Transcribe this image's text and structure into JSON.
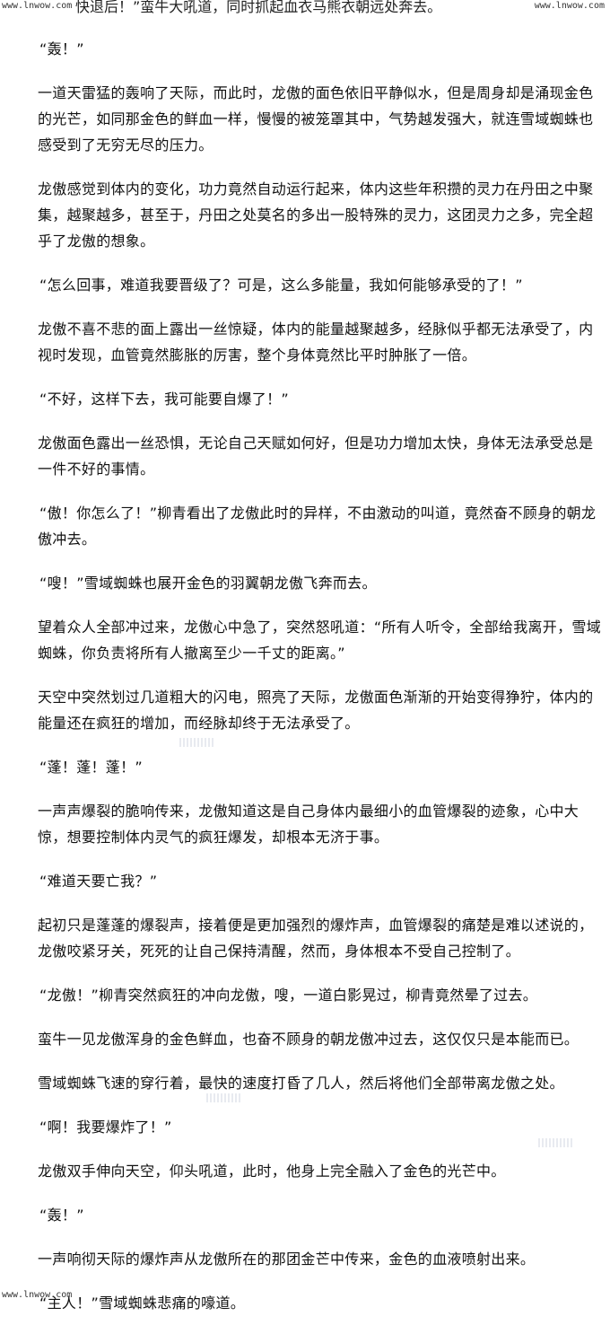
{
  "watermarks": {
    "top_left": "www.lnwow.com",
    "top_right": "www.lnwow.com",
    "bottom_left": "www.lnwow.com"
  },
  "top_fragment": "快退后！”蛮牛大吼道，同时抓起血衣马熊衣朝远处奔去。",
  "paragraphs": [
    "“轰！”",
    "一道天雷猛的轰响了天际，而此时，龙傲的面色依旧平静似水，但是周身却是涌现金色的光芒，如同那金色的鲜血一样，慢慢的被笼罩其中，气势越发强大，就连雪域蜘蛛也感受到了无穷无尽的压力。",
    "龙傲感觉到体内的变化，功力竟然自动运行起来，体内这些年积攒的灵力在丹田之中聚集，越聚越多，甚至于，丹田之处莫名的多出一股特殊的灵力，这团灵力之多，完全超乎了龙傲的想象。",
    "“怎么回事，难道我要晋级了？可是，这么多能量，我如何能够承受的了！”",
    "龙傲不喜不悲的面上露出一丝惊疑，体内的能量越聚越多，经脉似乎都无法承受了，内视时发现，血管竟然膨胀的厉害，整个身体竟然比平时肿胀了一倍。",
    "“不好，这样下去，我可能要自爆了！”",
    "龙傲面色露出一丝恐惧，无论自己天赋如何好，但是功力增加太快，身体无法承受总是一件不好的事情。",
    "“傲！你怎么了！”柳青看出了龙傲此时的异样，不由激动的叫道，竟然奋不顾身的朝龙傲冲去。",
    "“嗖！”雪域蜘蛛也展开金色的羽翼朝龙傲飞奔而去。",
    "望着众人全部冲过来，龙傲心中急了，突然怒吼道：“所有人听令，全部给我离开，雪域蜘蛛，你负责将所有人撤离至少一千丈的距离。”",
    "天空中突然划过几道粗大的闪电，照亮了天际，龙傲面色渐渐的开始变得狰狞，体内的能量还在疯狂的增加，而经脉却终于无法承受了。",
    "“蓬！蓬！蓬！”",
    "一声声爆裂的脆响传来，龙傲知道这是自己身体内最细小的血管爆裂的迹象，心中大惊，想要控制体内灵气的疯狂爆发，却根本无济于事。",
    "“难道天要亡我？”",
    "起初只是蓬蓬的爆裂声，接着便是更加强烈的爆炸声，血管爆裂的痛楚是难以述说的，龙傲咬紧牙关，死死的让自己保持清醒，然而，身体根本不受自己控制了。",
    "“龙傲！”柳青突然疯狂的冲向龙傲，嗖，一道白影晃过，柳青竟然晕了过去。",
    "蛮牛一见龙傲浑身的金色鲜血，也奋不顾身的朝龙傲冲过去，这仅仅只是本能而已。",
    "雪域蜘蛛飞速的穿行着，最快的速度打昏了几人，然后将他们全部带离龙傲之处。",
    "“啊！我要爆炸了！”",
    "龙傲双手伸向天空，仰头吼道，此时，他身上完全融入了金色的光芒中。",
    "“轰！”",
    "一声响彻天际的爆炸声从龙傲所在的那团金芒中传来，金色的血液喷射出来。",
    "“主人！”雪域蜘蛛悲痛的嚎道。"
  ]
}
